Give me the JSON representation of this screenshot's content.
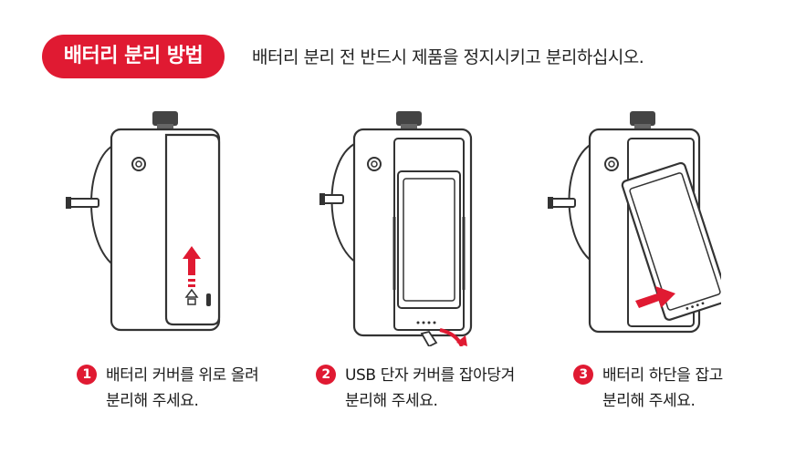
{
  "header": {
    "badge_label": "배터리 분리 방법",
    "note": "배터리 분리 전 반드시 제품을 정지시키고 분리하십시오."
  },
  "steps": [
    {
      "number": "1",
      "line1": "배터리 커버를 위로 올려",
      "line2": "분리해 주세요."
    },
    {
      "number": "2",
      "line1": "USB 단자 커버를 잡아당겨",
      "line2": "분리해 주세요."
    },
    {
      "number": "3",
      "line1": "배터리 하단을 잡고",
      "line2": "분리해 주세요."
    }
  ],
  "colors": {
    "accent": "#e01a32",
    "line": "#333333"
  },
  "icons": [
    "up-arrow-icon",
    "pull-arrow-icon",
    "push-arrow-icon"
  ]
}
